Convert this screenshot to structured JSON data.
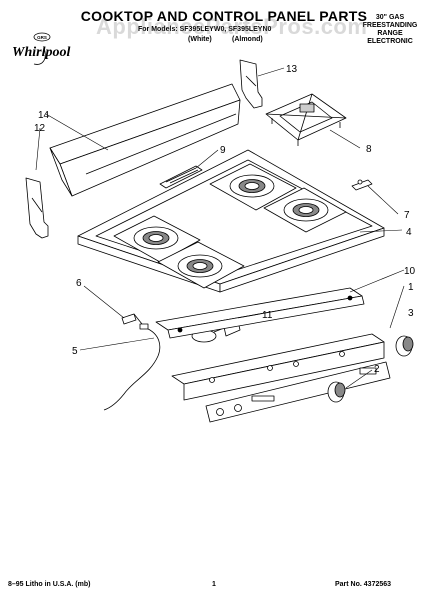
{
  "header": {
    "title": "COOKTOP AND CONTROL PANEL PARTS",
    "for_models_line": "For Models: SF395LEYW0, SF395LEYN0",
    "color_white": "(White)",
    "color_almond": "(Almond)",
    "range_lines": [
      "30\" GAS",
      "FREESTANDING",
      "RANGE",
      "ELECTRONIC"
    ],
    "brand": "Whirlpool",
    "brand_small": "GRS",
    "watermark": "AppliancePartsPros.com"
  },
  "callouts": [
    "1",
    "2",
    "3",
    "4",
    "5",
    "6",
    "7",
    "8",
    "9",
    "10",
    "11",
    "12",
    "13",
    "14"
  ],
  "footer": {
    "left": "8–95 Litho in U.S.A. (mb)",
    "center": "1",
    "right": "Part No. 4372563"
  }
}
